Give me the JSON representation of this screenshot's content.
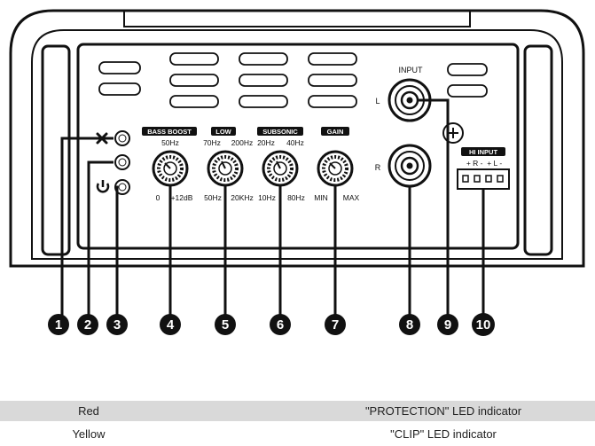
{
  "controls": {
    "bass_boost": {
      "title": "BASS BOOST",
      "top": "50Hz",
      "min": "0",
      "max": "+12dB"
    },
    "low": {
      "title": "LOW",
      "top_left": "70Hz",
      "top_right": "200Hz",
      "min": "50Hz",
      "max": "20KHz"
    },
    "subsonic": {
      "title": "SUBSONIC",
      "top_left": "20Hz",
      "top_right": "40Hz",
      "min": "10Hz",
      "max": "80Hz"
    },
    "gain": {
      "title": "GAIN",
      "min": "MIN",
      "max": "MAX"
    }
  },
  "inputs": {
    "input_label": "INPUT",
    "left": "L",
    "right": "R",
    "hi_input": {
      "title": "HI INPUT",
      "pins": "+ R -  + L -"
    }
  },
  "callouts": [
    "1",
    "2",
    "3",
    "4",
    "5",
    "6",
    "7",
    "8",
    "9",
    "10"
  ],
  "legend": [
    {
      "color": "Red",
      "description": "\"PROTECTION\" LED indicator"
    },
    {
      "color": "Yellow",
      "description": "\"CLIP\" LED indicator"
    }
  ]
}
